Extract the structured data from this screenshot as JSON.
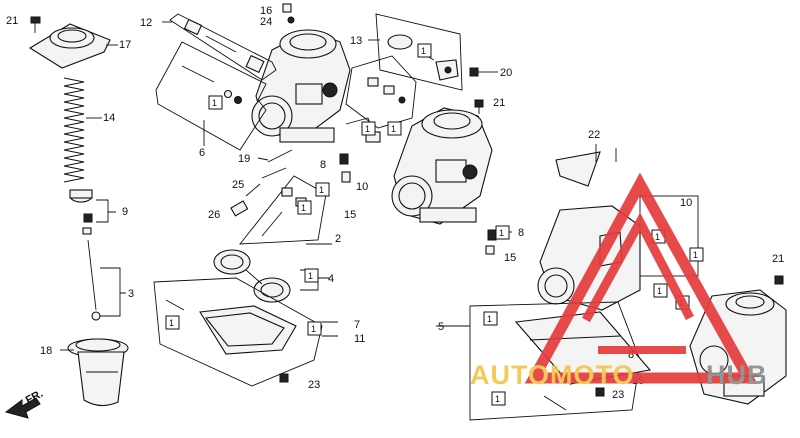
{
  "watermark": {
    "text_main": "AUTOMOTO",
    "text_suffix": "HUB",
    "colors": {
      "logo_red": "#e53b3b",
      "text_yellow": "#f3c64b",
      "text_gray": "#8d8d8d"
    }
  },
  "callouts": [
    {
      "id": "c21a",
      "text": "21"
    },
    {
      "id": "c17",
      "text": "17"
    },
    {
      "id": "c14",
      "text": "14"
    },
    {
      "id": "c9",
      "text": "9"
    },
    {
      "id": "c3",
      "text": "3"
    },
    {
      "id": "c18",
      "text": "18"
    },
    {
      "id": "c12",
      "text": "12"
    },
    {
      "id": "c16",
      "text": "16"
    },
    {
      "id": "c24",
      "text": "24"
    },
    {
      "id": "c13",
      "text": "13"
    },
    {
      "id": "c20",
      "text": "20"
    },
    {
      "id": "c21b",
      "text": "21"
    },
    {
      "id": "c6",
      "text": "6"
    },
    {
      "id": "c19",
      "text": "19"
    },
    {
      "id": "c8a",
      "text": "8"
    },
    {
      "id": "c10a",
      "text": "10"
    },
    {
      "id": "c25",
      "text": "25"
    },
    {
      "id": "c26",
      "text": "26"
    },
    {
      "id": "c15a",
      "text": "15"
    },
    {
      "id": "c2",
      "text": "2"
    },
    {
      "id": "c4",
      "text": "4"
    },
    {
      "id": "c7",
      "text": "7"
    },
    {
      "id": "c11",
      "text": "11"
    },
    {
      "id": "c23a",
      "text": "23"
    },
    {
      "id": "c22",
      "text": "22"
    },
    {
      "id": "c10b",
      "text": "10"
    },
    {
      "id": "c8b",
      "text": "8"
    },
    {
      "id": "c15b",
      "text": "15"
    },
    {
      "id": "c21c",
      "text": "21"
    },
    {
      "id": "c5",
      "text": "5"
    },
    {
      "id": "c8c",
      "text": "8"
    },
    {
      "id": "c15c",
      "text": "15"
    },
    {
      "id": "c23b",
      "text": "23"
    }
  ],
  "boxed_one_label": "1",
  "fr_label": "FR."
}
